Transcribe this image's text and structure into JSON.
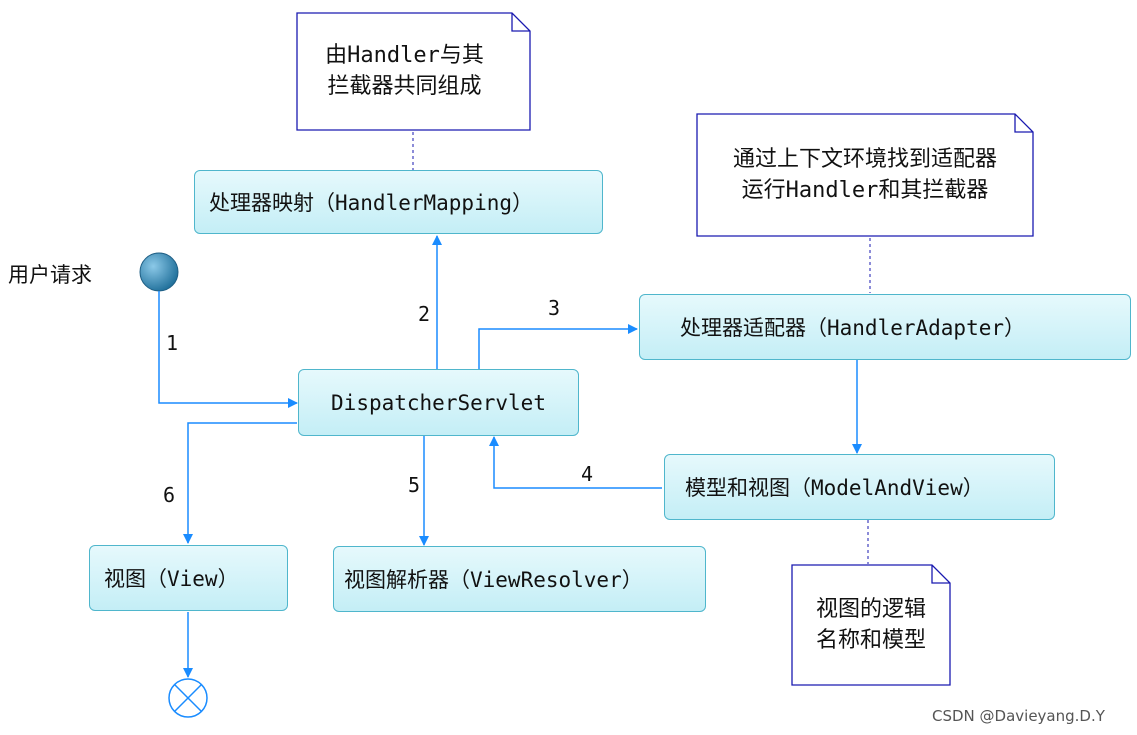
{
  "nodes": {
    "handler_mapping": "处理器映射（HandlerMapping）",
    "dispatcher": "DispatcherServlet",
    "handler_adapter": "处理器适配器（HandlerAdapter）",
    "model_and_view": "模型和视图（ModelAndView）",
    "view": "视图（View）",
    "view_resolver": "视图解析器（ViewResolver）"
  },
  "notes": {
    "mapping_note": "由Handler与其\n拦截器共同组成",
    "adapter_note": "通过上下文环境找到适配器\n运行Handler和其拦截器",
    "mav_note": "视图的逻辑\n名称和模型"
  },
  "start_label": "用户请求",
  "edges": {
    "e1": "1",
    "e2": "2",
    "e3": "3",
    "e4": "4",
    "e5": "5",
    "e6": "6"
  },
  "colors": {
    "arrow": "#1a8cff",
    "box_border": "#4fb6cc",
    "box_fill": "#d6f4f9",
    "note_border": "#1a1ab0",
    "start_fill": "#2e7ea8"
  },
  "watermark": "CSDN @Davieyang.D.Y"
}
